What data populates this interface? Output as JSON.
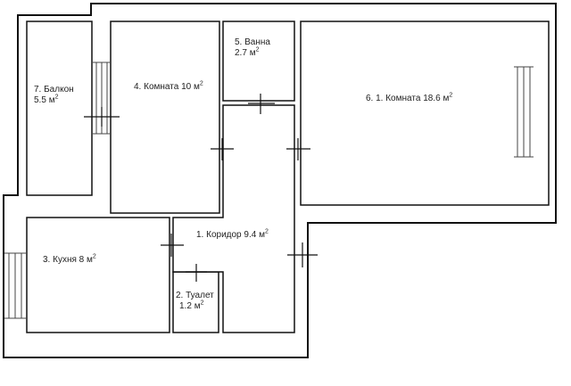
{
  "rooms": [
    {
      "id": "corridor",
      "name": "1. Коридор",
      "area": "9.4",
      "unit": "м",
      "sup": "2"
    },
    {
      "id": "toilet",
      "name": "2. Туалет",
      "area": "1.2",
      "unit": "м",
      "sup": "2"
    },
    {
      "id": "kitchen",
      "name": "3. Кухня",
      "area": "8",
      "unit": "м",
      "sup": "2"
    },
    {
      "id": "room-small",
      "name": "4. Комната",
      "area": "10",
      "unit": "м",
      "sup": "2"
    },
    {
      "id": "bath",
      "name": "5. Ванна",
      "area": "2.7",
      "unit": "м",
      "sup": "2"
    },
    {
      "id": "room-large",
      "name": "6. 1. Комната",
      "area": "18.6",
      "unit": "м",
      "sup": "2"
    },
    {
      "id": "balcony",
      "name": "7. Балкон",
      "area": "5.5",
      "unit": "м",
      "sup": "2"
    }
  ],
  "colors": {
    "wall": "#111111",
    "fill": "#ffffff",
    "window": "#444444"
  }
}
